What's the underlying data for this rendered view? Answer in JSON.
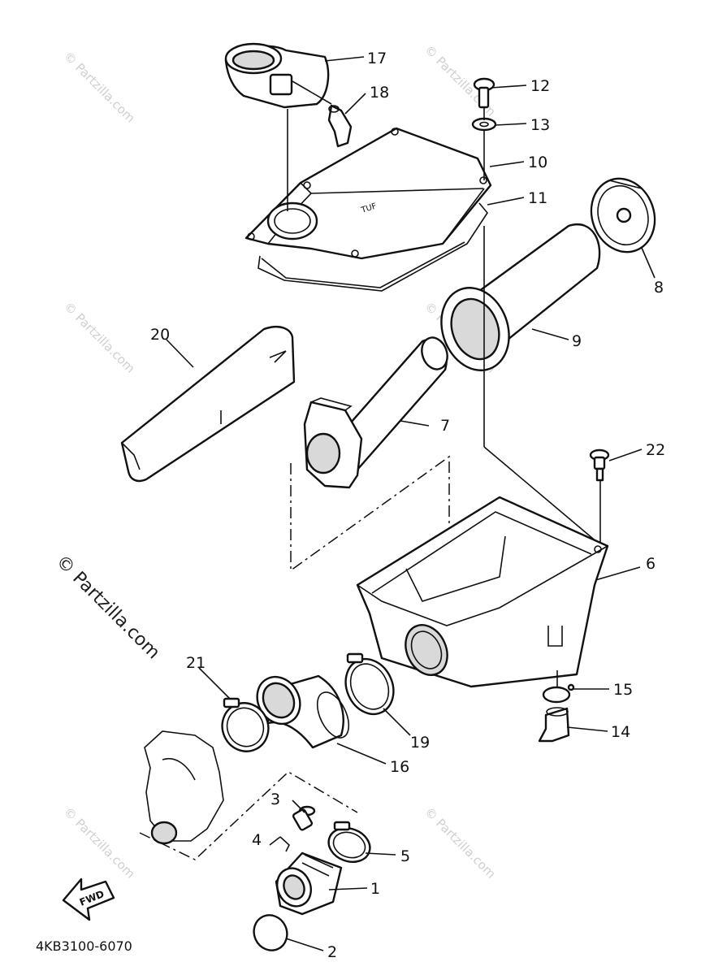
{
  "watermark": {
    "small_text": "© Partzilla.com",
    "large_text": "© Partzilla.com",
    "color": "#cfcfcf"
  },
  "diagram_code": "4KB3100-6070",
  "cover_marking": "TUF",
  "fwd_label": "FWD",
  "callouts": [
    "1",
    "2",
    "3",
    "4",
    "5",
    "6",
    "7",
    "8",
    "9",
    "10",
    "11",
    "12",
    "13",
    "14",
    "15",
    "16",
    "17",
    "18",
    "19",
    "20",
    "21",
    "22"
  ]
}
